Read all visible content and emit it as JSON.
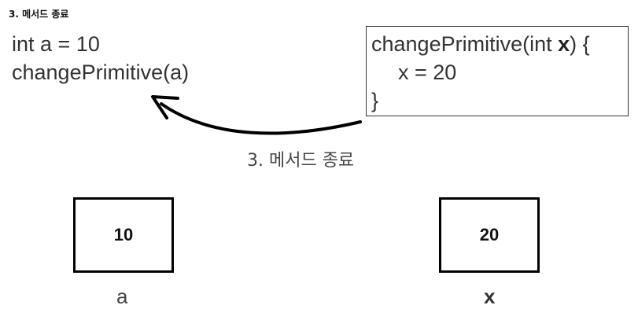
{
  "heading": "3. 메서드 종료",
  "caller_code": {
    "line1": "int a = 10",
    "line2": "changePrimitive(a)"
  },
  "method_code": {
    "signature_prefix": "changePrimitive(int ",
    "param": "x",
    "signature_suffix": ") {",
    "body": "x = 20",
    "close": "}"
  },
  "arrow_label": "3. 메서드 종료",
  "variables": [
    {
      "value": "10",
      "name": "a"
    },
    {
      "value": "20",
      "name": "x"
    }
  ]
}
